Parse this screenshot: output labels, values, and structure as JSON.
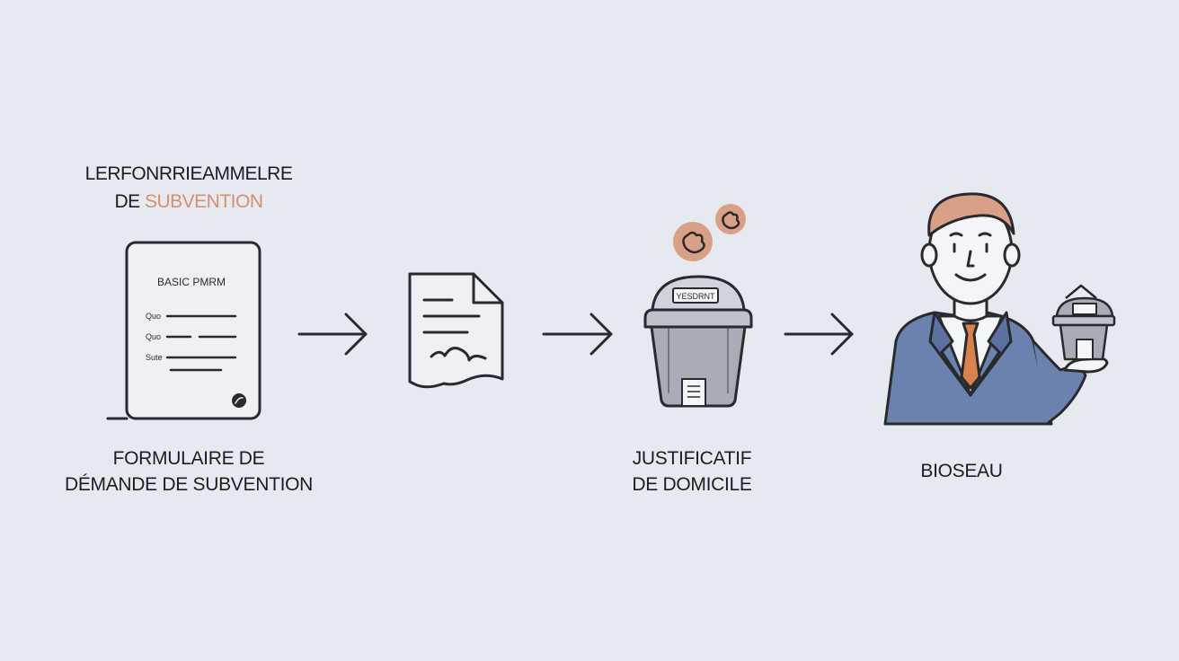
{
  "heading": {
    "line1": "LERFONRRIEAMMELRE",
    "line2_prefix": "DE ",
    "line2_accent": "SUBVENTION"
  },
  "form": {
    "title": "BASIC PMRM",
    "field_labels": [
      "Quo",
      "Quo",
      "Sute"
    ]
  },
  "bin": {
    "label": "YESDRNT"
  },
  "captions": {
    "step1_line1": "FORMULAIRE DE",
    "step1_line2": "DÉMANDE DE SUBVENTION",
    "step3_line1": "JUSTIFICATIF",
    "step3_line2": "DE DOMICILE",
    "step4": "BIOSEAU"
  },
  "colors": {
    "background": "#e6e9f0",
    "accent": "#d49070",
    "suit": "#6a82ad",
    "bin_gray": "#a9acb6"
  }
}
